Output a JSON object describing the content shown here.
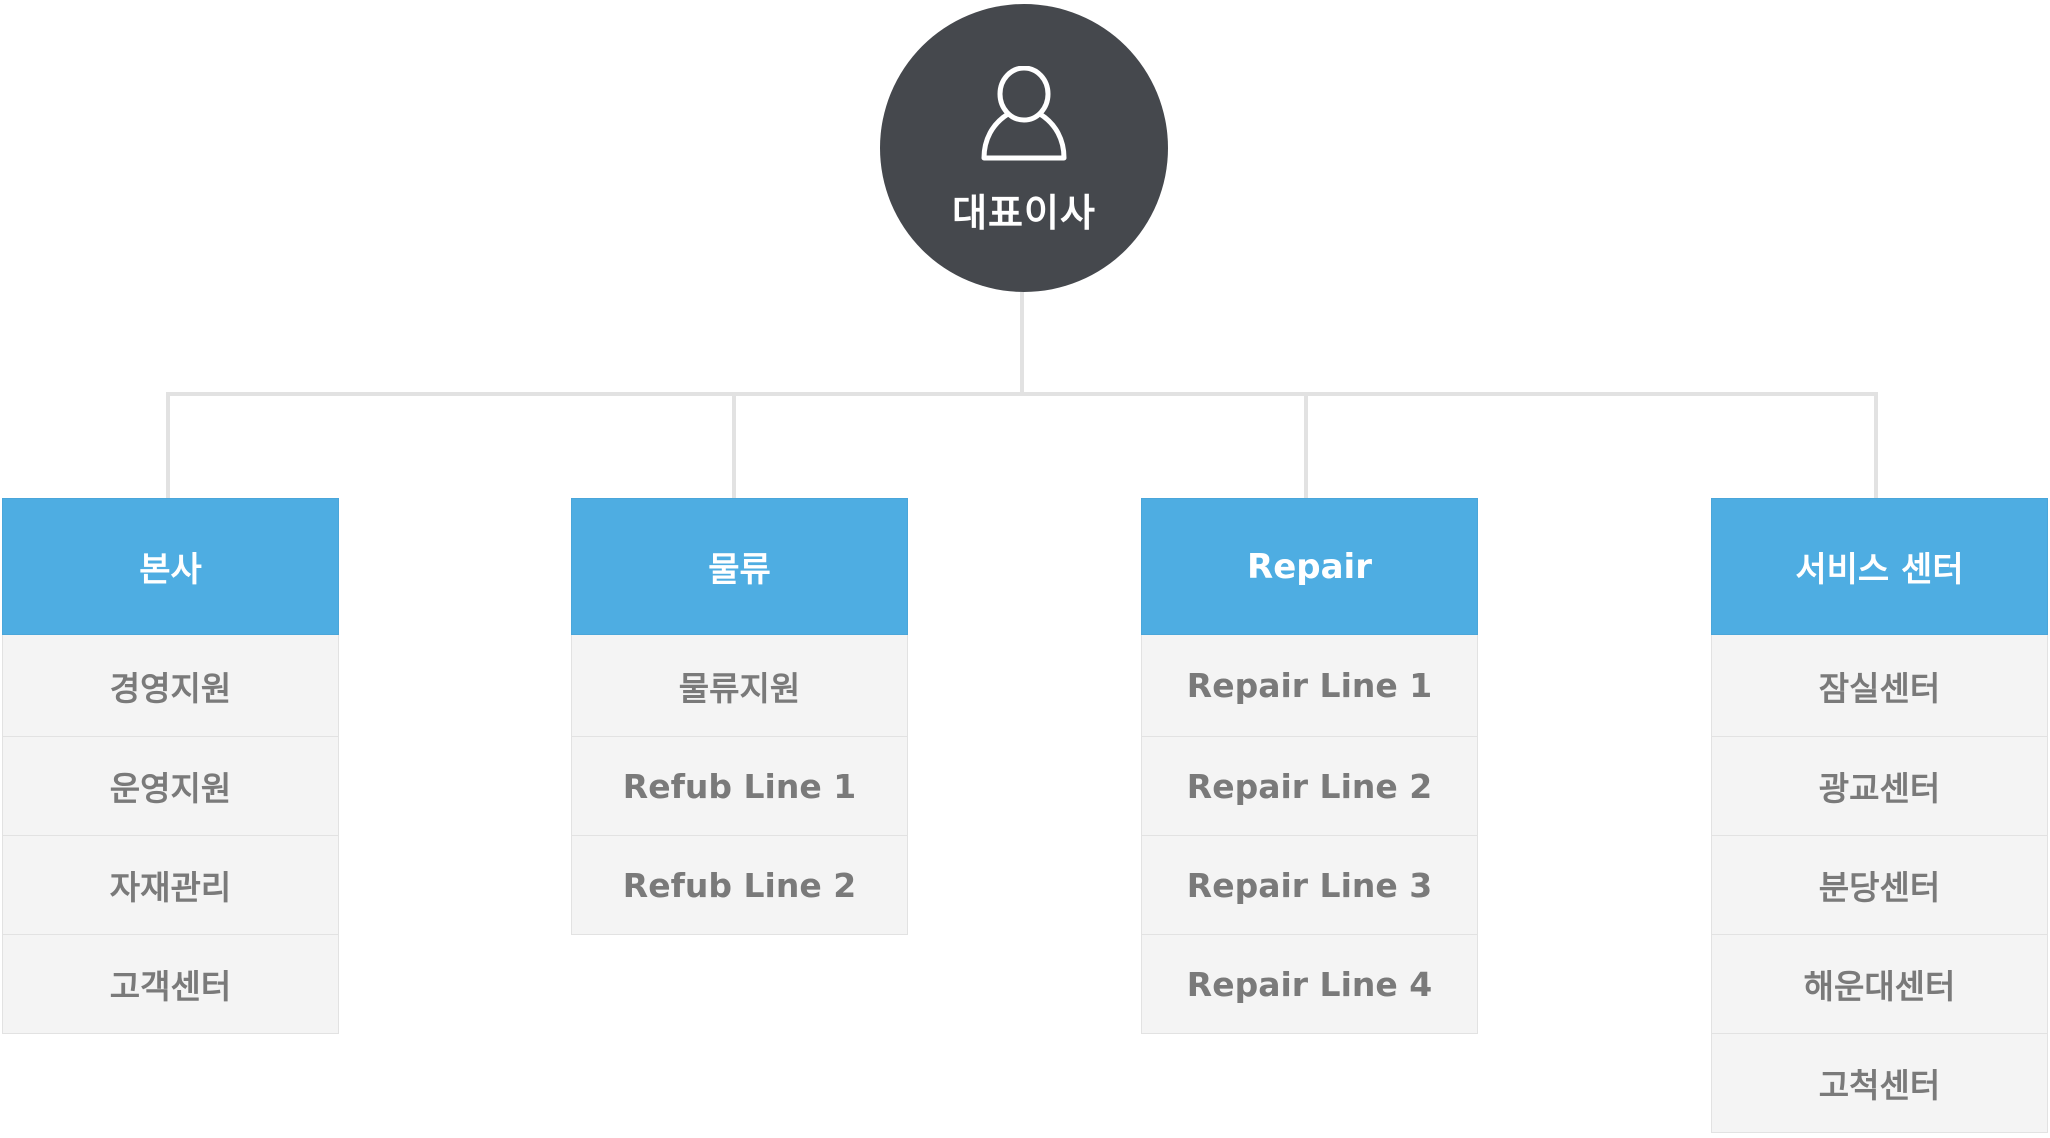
{
  "root": {
    "label": "대표이사",
    "icon": "person-icon"
  },
  "colors": {
    "root_bg": "#45484d",
    "header_bg": "#4eade2",
    "item_bg": "#f4f4f4",
    "item_text": "#7a7a7a",
    "line": "#e2e2e2"
  },
  "departments": [
    {
      "label": "본사",
      "items": [
        "경영지원",
        "운영지원",
        "자재관리",
        "고객센터"
      ]
    },
    {
      "label": "물류",
      "items": [
        "물류지원",
        "Refub Line 1",
        "Refub Line 2"
      ]
    },
    {
      "label": "Repair",
      "items": [
        "Repair Line 1",
        "Repair Line 2",
        "Repair Line 3",
        "Repair Line 4"
      ]
    },
    {
      "label": "서비스 센터",
      "items": [
        "잠실센터",
        "광교센터",
        "분당센터",
        "해운대센터",
        "고척센터"
      ]
    }
  ]
}
